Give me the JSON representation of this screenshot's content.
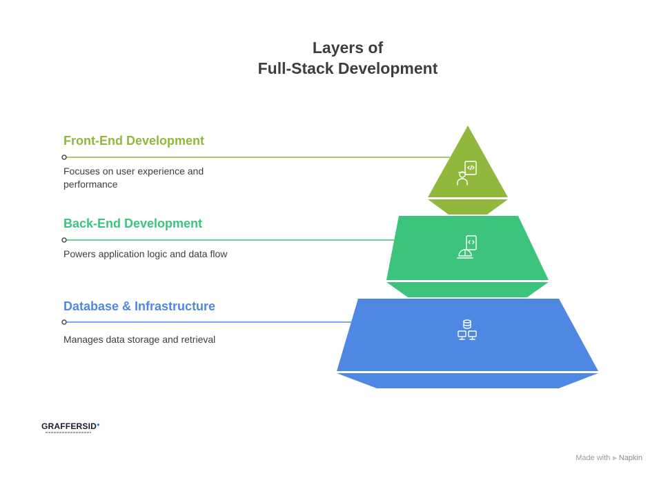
{
  "title": {
    "line1": "Layers of",
    "line2": "Full-Stack Development"
  },
  "layers": [
    {
      "title": "Front-End Development",
      "description": "Focuses on user experience and performance",
      "color": "#8fb83d",
      "icon": "developer-code-icon"
    },
    {
      "title": "Back-End Development",
      "description": "Powers application logic and data flow",
      "color": "#3cc47d",
      "icon": "builder-code-file-icon"
    },
    {
      "title": "Database & Infrastructure",
      "description": "Manages data storage and retrieval",
      "color": "#4f88e3",
      "icon": "database-server-icon"
    }
  ],
  "logo": {
    "text": "GRAFFERSID",
    "mark": "●"
  },
  "footer": {
    "prefix": "Made with",
    "brand": "Napkin"
  }
}
